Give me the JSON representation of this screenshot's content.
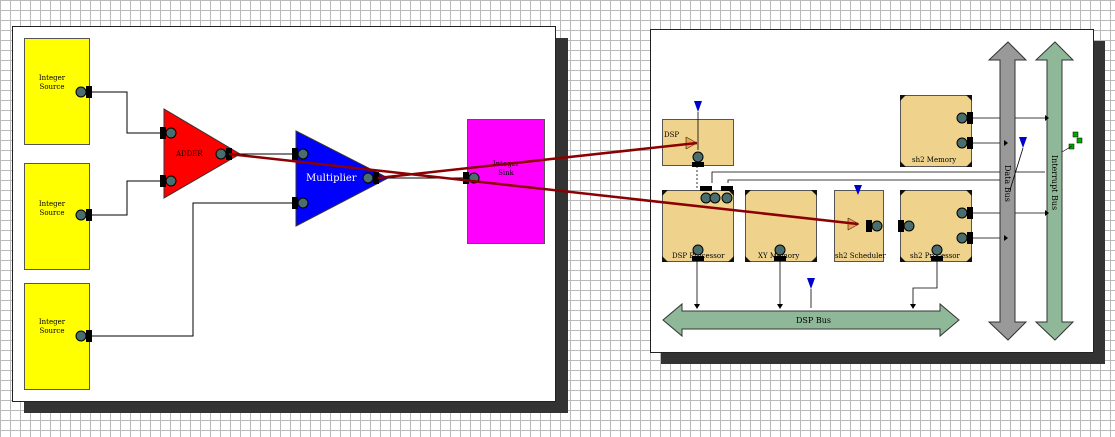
{
  "left_panel": {
    "sources": [
      {
        "label": "Integer Source"
      },
      {
        "label": "Integer Source"
      },
      {
        "label": "Integer Source"
      }
    ],
    "adder_label": "ADDER",
    "multiplier_label": "Multiplier",
    "sink_label": "Integer Sink"
  },
  "right_panel": {
    "dsp_label": "DSP",
    "dsp_processor_label": "DSP Processor",
    "xy_memory_label": "XY Memory",
    "sh2_scheduler_label": "sh2 Scheduler",
    "sh2_processor_label": "sh2 Processor",
    "sh2_memory_label": "sh2 Memory",
    "dsp_bus_label": "DSP Bus",
    "data_bus_label": "Data Bus",
    "interrupt_bus_label": "Interrupt Bus"
  },
  "colors": {
    "source_fill": "#ffff00",
    "adder_fill": "#ff0000",
    "multiplier_fill": "#0000ff",
    "sink_fill": "#ff00ff",
    "hw_block_fill": "#efd38c",
    "dsp_bus_fill": "#8fb898",
    "data_bus_fill": "#999999",
    "interrupt_bus_fill": "#8fb898",
    "mapping_line": "#8b0000"
  }
}
